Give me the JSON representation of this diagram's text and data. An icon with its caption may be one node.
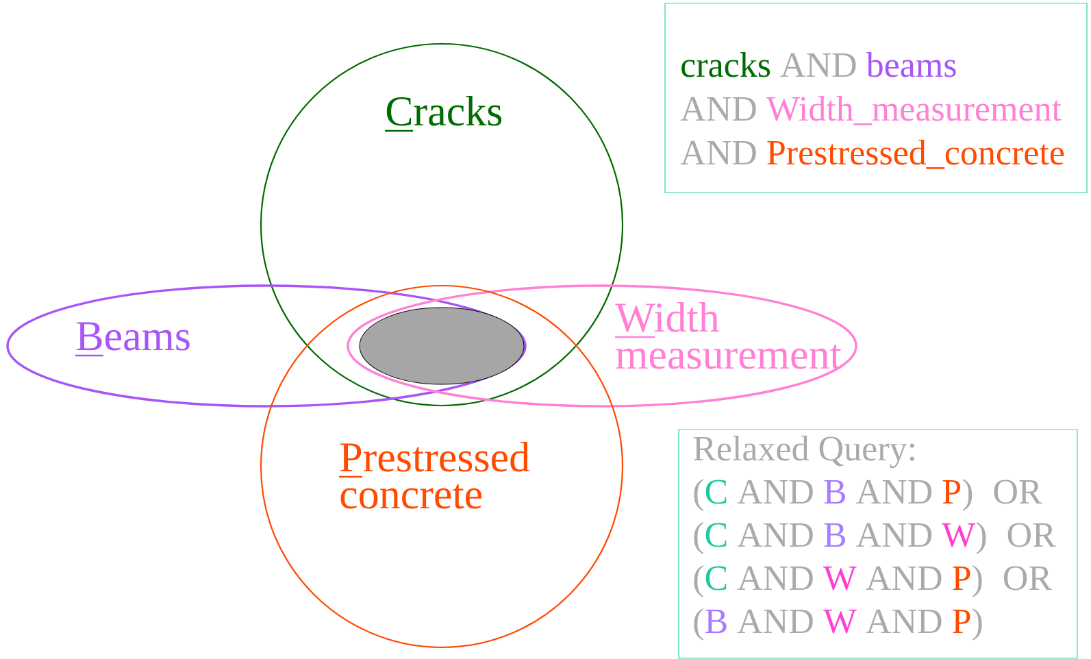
{
  "diagram": {
    "nodes": [
      {
        "text": [
          "Cracks"
        ]
      },
      {
        "text": [
          "Beams"
        ]
      },
      {
        "text": [
          "Width measurement"
        ]
      },
      {
        "text": [
          "Prestressed concrete"
        ]
      },
      {
        "text": [],
        "shape": "ellipse"
      },
      {
        "text": [
          "cracks",
          "AND",
          "beams",
          "AND",
          "Width_measurement",
          "AND",
          "Prestressed_concrete"
        ]
      },
      {
        "text": [
          "Relaxed Query:",
          "(",
          "C",
          "AND",
          "B",
          "AND",
          "P",
          ")",
          "OR",
          "(",
          "C",
          "AND",
          "B",
          "AND",
          "W",
          ")",
          "OR",
          "(",
          "C",
          "AND",
          "W",
          "AND",
          "P",
          ")",
          "OR",
          "(",
          "B",
          "AND",
          "W",
          "AND",
          "P",
          ")"
        ]
      }
    ]
  }
}
